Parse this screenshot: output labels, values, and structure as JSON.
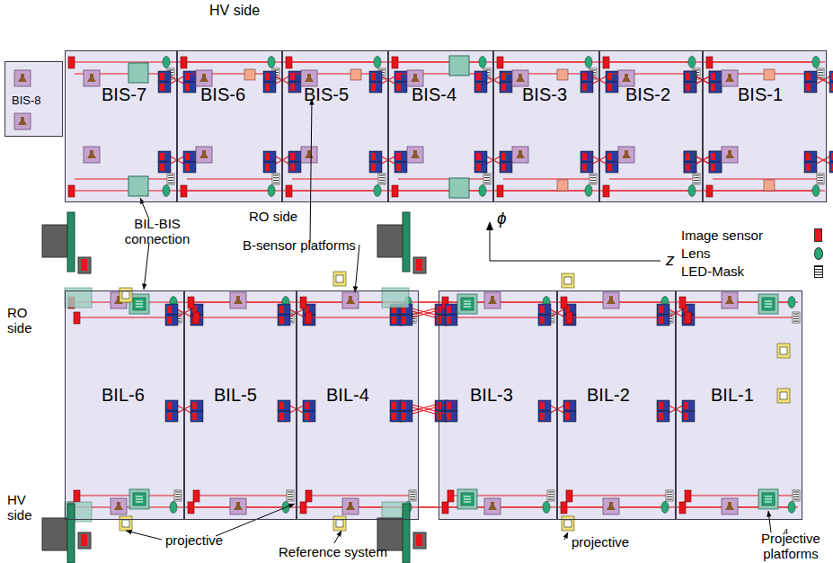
{
  "diagram": {
    "nodes": [
      {
        "text": [
          "BIS-8"
        ]
      },
      {
        "text": [
          "BIS-7"
        ]
      },
      {
        "text": [
          "BIS-6"
        ]
      },
      {
        "text": [
          "BIS-5"
        ]
      },
      {
        "text": [
          "BIS-4"
        ]
      },
      {
        "text": [
          "BIS-3"
        ]
      },
      {
        "text": [
          "BIS-2"
        ]
      },
      {
        "text": [
          "BIS-1"
        ]
      },
      {
        "text": [
          "BIL-6"
        ]
      },
      {
        "text": [
          "BIL-5"
        ]
      },
      {
        "text": [
          "BIL-4"
        ]
      },
      {
        "text": [
          "BIL-3"
        ]
      },
      {
        "text": [
          "BIL-2"
        ]
      },
      {
        "text": [
          "BIL-1"
        ]
      }
    ],
    "labels": [
      "HV side",
      "RO side",
      "BIL-BIS connection",
      "B-sensor platforms",
      "ϕ",
      "z",
      "RO side",
      "HV side",
      "projective",
      "projective",
      "Reference system",
      "Projective platforms",
      "4"
    ],
    "legend": [
      {
        "text": "Image sensor",
        "color": "#e8141c"
      },
      {
        "text": "Lens",
        "color": "#2aa876"
      },
      {
        "text": "LED-Mask"
      }
    ]
  }
}
